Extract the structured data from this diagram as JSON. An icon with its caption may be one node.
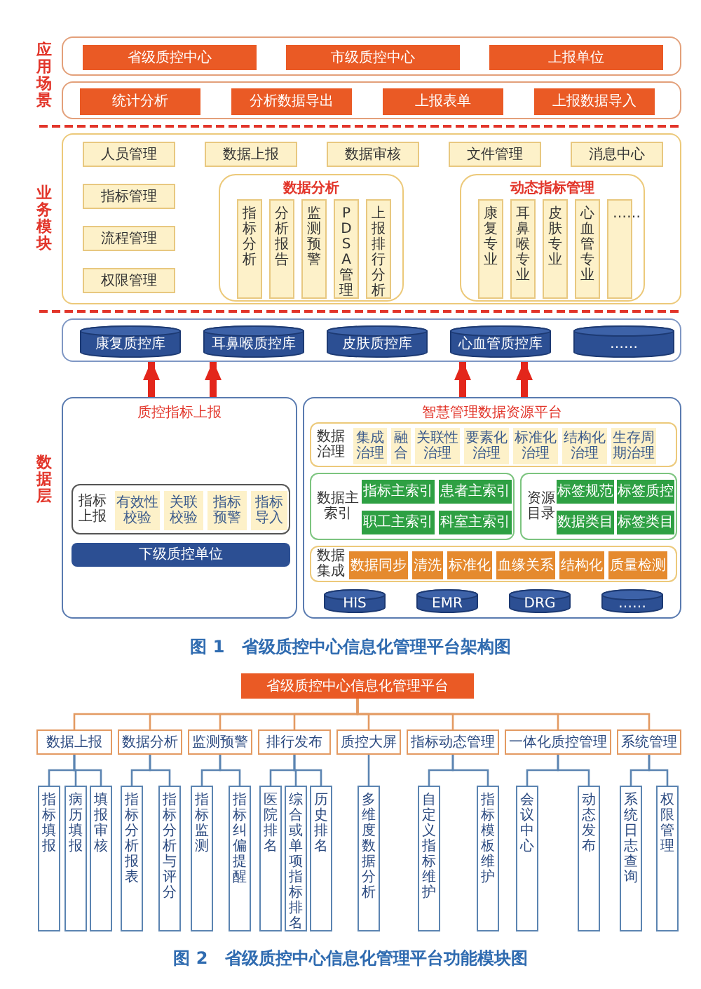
{
  "diagram": {
    "nodes": [
      {
        "text": [],
        "shape": "box"
      },
      {
        "text": [
          "省级质控中心"
        ],
        "in": 0
      },
      {
        "text": [
          "市级质控中心"
        ],
        "in": 0
      },
      {
        "text": [
          "上报单位"
        ],
        "in": 0
      },
      {
        "text": [],
        "shape": "box"
      },
      {
        "text": [
          "统计分析"
        ],
        "in": 4
      },
      {
        "text": [
          "分析数据导出"
        ],
        "in": 4
      },
      {
        "text": [
          "上报表单"
        ],
        "in": 4
      },
      {
        "text": [
          "上报数据导入"
        ],
        "in": 4
      },
      {
        "text": [],
        "shape": "box"
      },
      {
        "text": [
          "人员管理"
        ],
        "in": 9
      },
      {
        "text": [
          "数据上报"
        ],
        "in": 9
      },
      {
        "text": [
          "数据审核"
        ],
        "in": 9
      },
      {
        "text": [
          "文件管理"
        ],
        "in": 9
      },
      {
        "text": [
          "消息中心"
        ],
        "in": 9
      },
      {
        "text": [
          "指标管理"
        ],
        "in": 9
      },
      {
        "text": [
          "数据分析"
        ],
        "in": 9
      },
      {
        "text": [
          "指标分析"
        ],
        "in": 16
      },
      {
        "text": [
          "分析报告"
        ],
        "in": 16
      },
      {
        "text": [
          "监测预警"
        ],
        "in": 16
      },
      {
        "text": [
          "PDSA管理"
        ],
        "in": 16
      },
      {
        "text": [
          "上报排行分析"
        ],
        "in": 16
      },
      {
        "text": [
          "动态指标管理"
        ],
        "in": 9
      },
      {
        "text": [
          "康复专业"
        ],
        "in": 22
      },
      {
        "text": [
          "耳鼻喉专业"
        ],
        "in": 22
      },
      {
        "text": [
          "皮肤专业"
        ],
        "in": 22
      },
      {
        "text": [
          "心血管专业"
        ],
        "in": 22
      },
      {
        "text": [
          "……"
        ],
        "in": 22
      },
      {
        "text": [
          "流程管理"
        ],
        "in": 9
      },
      {
        "text": [
          "权限管理"
        ],
        "in": 9
      },
      {
        "text": [],
        "shape": "box"
      },
      {
        "text": [
          "康复质控库"
        ],
        "in": 30
      },
      {
        "text": [
          "耳鼻喉质控库"
        ],
        "in": 30
      },
      {
        "text": [
          "皮肤质控库"
        ],
        "in": 30
      },
      {
        "text": [
          "心血管质控库"
        ],
        "in": 30
      },
      {
        "text": [
          "……"
        ],
        "in": 30
      },
      {
        "text": [
          "质控指标上报"
        ]
      },
      {
        "text": [
          "指标上报"
        ],
        "in": 36
      },
      {
        "text": [
          "有效性校验"
        ],
        "in": 37
      },
      {
        "text": [
          "关联校验"
        ],
        "in": 37
      },
      {
        "text": [
          "指标预警"
        ],
        "in": 37
      },
      {
        "text": [
          "指标导入"
        ],
        "in": 37
      },
      {
        "text": [
          "下级质控单位"
        ],
        "in": 36
      },
      {
        "text": [
          "智慧管理数据资源平台"
        ]
      },
      {
        "text": [
          "数据治理"
        ],
        "in": 43
      },
      {
        "text": [
          "集成治理"
        ],
        "in": 44
      },
      {
        "text": [
          "融合"
        ],
        "in": 44
      },
      {
        "text": [
          "关联性治理"
        ],
        "in": 44
      },
      {
        "text": [
          "要素化治理"
        ],
        "in": 44
      },
      {
        "text": [
          "标准化治理"
        ],
        "in": 44
      },
      {
        "text": [
          "结构化治理"
        ],
        "in": 44
      },
      {
        "text": [
          "生存周期治理"
        ],
        "in": 44
      },
      {
        "text": [
          "数据主索引"
        ],
        "in": 43
      },
      {
        "text": [
          "指标主索引"
        ],
        "in": 52
      },
      {
        "text": [
          "患者主索引"
        ],
        "in": 52
      },
      {
        "text": [
          "职工主索引"
        ],
        "in": 52
      },
      {
        "text": [
          "科室主索引"
        ],
        "in": 52
      },
      {
        "text": [
          "资源目录"
        ],
        "in": 43
      },
      {
        "text": [
          "标签规范"
        ],
        "in": 57
      },
      {
        "text": [
          "标签质控"
        ],
        "in": 57
      },
      {
        "text": [
          "数据类目"
        ],
        "in": 57
      },
      {
        "text": [
          "标签类目"
        ],
        "in": 57
      },
      {
        "text": [
          "数据集成"
        ],
        "in": 43
      },
      {
        "text": [
          "数据同步"
        ],
        "in": 62
      },
      {
        "text": [
          "清洗"
        ],
        "in": 62
      },
      {
        "text": [
          "标准化"
        ],
        "in": 62
      },
      {
        "text": [
          "血缘关系"
        ],
        "in": 62
      },
      {
        "text": [
          "结构化"
        ],
        "in": 62
      },
      {
        "text": [
          "质量检测"
        ],
        "in": 62
      },
      {
        "text": [
          "HIS"
        ],
        "in": 43
      },
      {
        "text": [
          "EMR"
        ],
        "in": 43
      },
      {
        "text": [
          "DRG"
        ],
        "in": 43
      },
      {
        "text": [
          "……"
        ],
        "in": 43
      },
      {
        "text": [
          "省级质控中心信息化管理平台"
        ]
      },
      {
        "text": [
          "数据上报"
        ]
      },
      {
        "text": [
          "数据分析"
        ]
      },
      {
        "text": [
          "监测预警"
        ]
      },
      {
        "text": [
          "排行发布"
        ]
      },
      {
        "text": [
          "质控大屏"
        ]
      },
      {
        "text": [
          "指标动态管理"
        ]
      },
      {
        "text": [
          "一体化质控管理"
        ]
      },
      {
        "text": [
          "系统管理"
        ]
      },
      {
        "text": [
          "指标填报"
        ]
      },
      {
        "text": [
          "病历填报"
        ]
      },
      {
        "text": [
          "填报审核"
        ]
      },
      {
        "text": [
          "指标分析报表"
        ]
      },
      {
        "text": [
          "指标分析与评分"
        ]
      },
      {
        "text": [
          "指标监测"
        ]
      },
      {
        "text": [
          "指标纠偏提醒"
        ]
      },
      {
        "text": [
          "医院排名"
        ]
      },
      {
        "text": [
          "综合或单项指标排名"
        ]
      },
      {
        "text": [
          "历史排名"
        ]
      },
      {
        "text": [
          "多维度数据分析"
        ]
      },
      {
        "text": [
          "自定义指标维护"
        ]
      },
      {
        "text": [
          "指标模板维护"
        ]
      },
      {
        "text": [
          "会议中心"
        ]
      },
      {
        "text": [
          "动态发布"
        ]
      },
      {
        "text": [
          "系统日志查询"
        ]
      },
      {
        "text": [
          "权限管理"
        ]
      }
    ],
    "edges": [
      {
        "from": 36,
        "to": 30,
        "arrow": "to",
        "style": "thick",
        "color": "#e3261b"
      },
      {
        "from": 36,
        "to": 30,
        "arrow": "to",
        "style": "thick",
        "color": "#e3261b"
      },
      {
        "from": 43,
        "to": 30,
        "arrow": "to",
        "style": "thick",
        "color": "#e3261b"
      },
      {
        "from": 43,
        "to": 30,
        "arrow": "to",
        "style": "thick",
        "color": "#e3261b"
      },
      {
        "from": 73,
        "to": 74,
        "arrow": "none",
        "color": "#e39a62"
      },
      {
        "from": 73,
        "to": 75,
        "arrow": "none",
        "color": "#e39a62"
      },
      {
        "from": 73,
        "to": 76,
        "arrow": "none",
        "color": "#e39a62"
      },
      {
        "from": 73,
        "to": 77,
        "arrow": "none",
        "color": "#e39a62"
      },
      {
        "from": 73,
        "to": 78,
        "arrow": "none",
        "color": "#e39a62"
      },
      {
        "from": 73,
        "to": 79,
        "arrow": "none",
        "color": "#e39a62"
      },
      {
        "from": 73,
        "to": 80,
        "arrow": "none",
        "color": "#e39a62"
      },
      {
        "from": 73,
        "to": 81,
        "arrow": "none",
        "color": "#e39a62"
      },
      {
        "from": 74,
        "to": 82,
        "arrow": "none"
      },
      {
        "from": 74,
        "to": 83,
        "arrow": "none"
      },
      {
        "from": 74,
        "to": 84,
        "arrow": "none"
      },
      {
        "from": 75,
        "to": 85,
        "arrow": "none"
      },
      {
        "from": 75,
        "to": 86,
        "arrow": "none"
      },
      {
        "from": 76,
        "to": 87,
        "arrow": "none"
      },
      {
        "from": 76,
        "to": 88,
        "arrow": "none"
      },
      {
        "from": 77,
        "to": 89,
        "arrow": "none"
      },
      {
        "from": 77,
        "to": 90,
        "arrow": "none"
      },
      {
        "from": 77,
        "to": 91,
        "arrow": "none"
      },
      {
        "from": 78,
        "to": 92,
        "arrow": "none"
      },
      {
        "from": 79,
        "to": 93,
        "arrow": "none"
      },
      {
        "from": 79,
        "to": 94,
        "arrow": "none"
      },
      {
        "from": 80,
        "to": 95,
        "arrow": "none"
      },
      {
        "from": 80,
        "to": 96,
        "arrow": "none"
      },
      {
        "from": 81,
        "to": 97,
        "arrow": "none"
      },
      {
        "from": 81,
        "to": 98,
        "arrow": "none"
      }
    ],
    "labels": [
      "应用场景",
      "业务模块",
      "数据层",
      "图 1　省级质控中心信息化管理平台架构图",
      "图 2　省级质控中心信息化管理平台功能模块图"
    ]
  }
}
